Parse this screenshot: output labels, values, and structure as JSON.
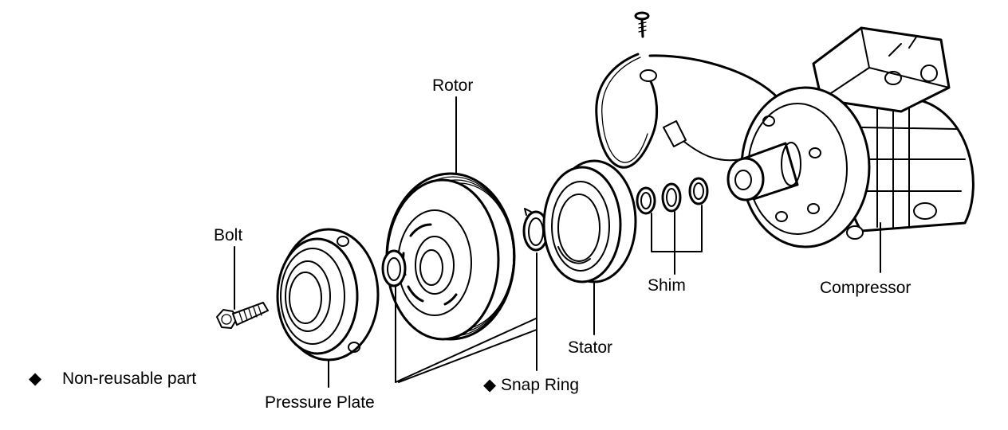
{
  "labels": {
    "rotor": "Rotor",
    "bolt": "Bolt",
    "shim": "Shim",
    "compressor": "Compressor",
    "stator": "Stator",
    "snap_ring": "Snap Ring",
    "pressure_plate": "Pressure Plate"
  },
  "legend": {
    "marker": "◆",
    "text": "Non-reusable part"
  },
  "non_reusable_marker": "◆"
}
